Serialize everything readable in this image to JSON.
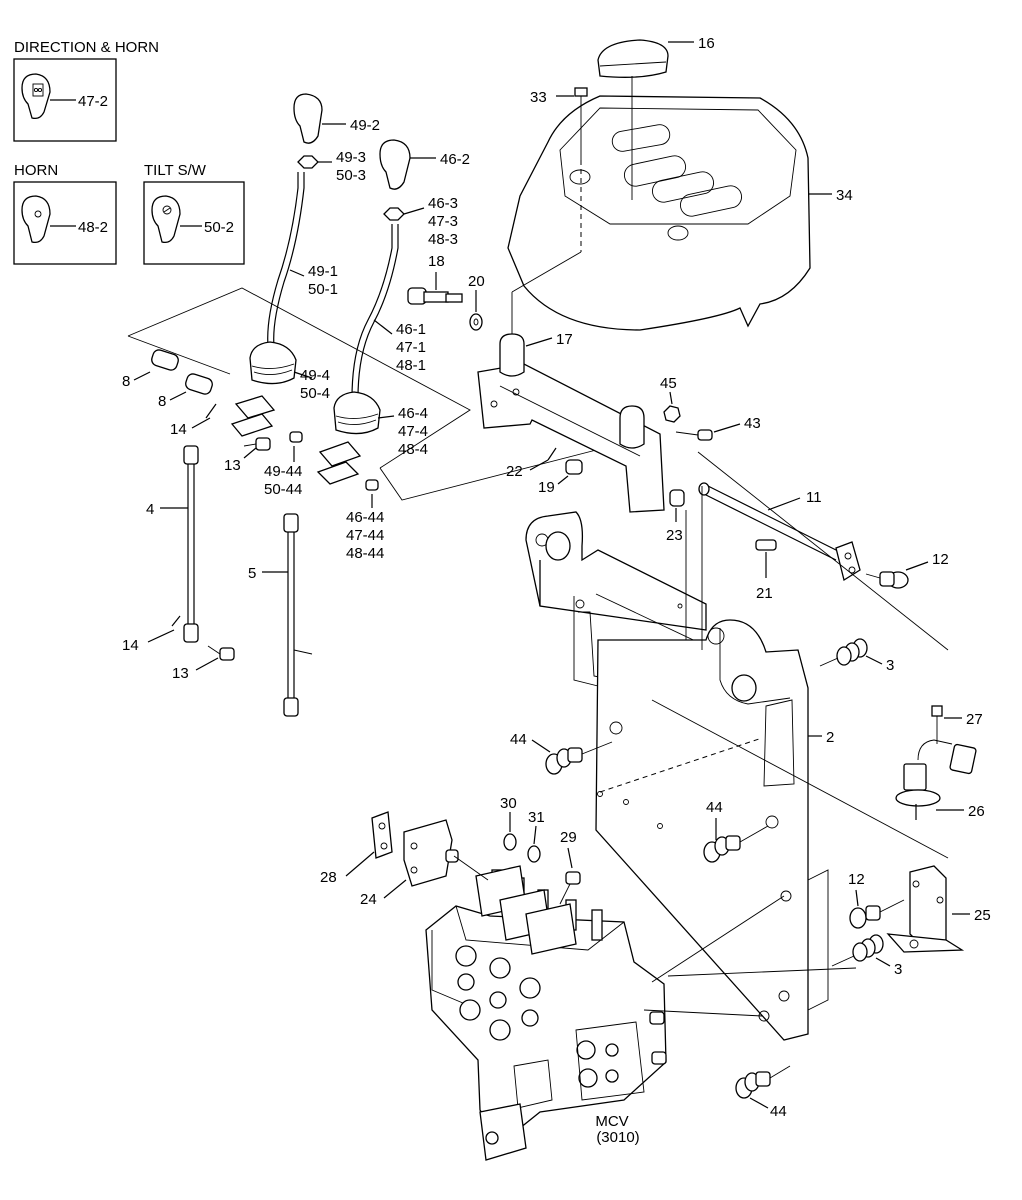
{
  "insets": {
    "direction_horn": {
      "title": "DIRECTION & HORN",
      "part": "47-2"
    },
    "horn": {
      "title": "HORN",
      "part": "48-2"
    },
    "tilt_sw": {
      "title": "TILT S/W",
      "part": "50-2"
    }
  },
  "mcv": {
    "line1": "MCV",
    "line2": "(3010)"
  },
  "callouts": {
    "p16": "16",
    "p33": "33",
    "p34": "34",
    "p49_2": "49-2",
    "p49_3": "49-3",
    "p50_3": "50-3",
    "p46_2": "46-2",
    "p46_3": "46-3",
    "p47_3": "47-3",
    "p48_3": "48-3",
    "p18": "18",
    "p20": "20",
    "p49_1": "49-1",
    "p50_1": "50-1",
    "p46_1": "46-1",
    "p47_1": "47-1",
    "p48_1": "48-1",
    "p17": "17",
    "p8a": "8",
    "p8b": "8",
    "p49_4": "49-4",
    "p50_4": "50-4",
    "p45": "45",
    "p43": "43",
    "p14a": "14",
    "p13a": "13",
    "p49_44": "49-44",
    "p50_44": "50-44",
    "p46_4": "46-4",
    "p47_4": "47-4",
    "p48_4": "48-4",
    "p22": "22",
    "p19": "19",
    "p4": "4",
    "p11": "11",
    "p46_44": "46-44",
    "p47_44": "47-44",
    "p48_44": "48-44",
    "p23": "23",
    "p5": "5",
    "p21": "21",
    "p12a": "12",
    "p3a": "3",
    "p14b": "14",
    "p13b": "13",
    "p27": "27",
    "p44a": "44",
    "p2": "2",
    "p26": "26",
    "p44b": "44",
    "p30": "30",
    "p31": "31",
    "p29": "29",
    "p28": "28",
    "p24": "24",
    "p12b": "12",
    "p25": "25",
    "p3b": "3",
    "p44c": "44"
  }
}
